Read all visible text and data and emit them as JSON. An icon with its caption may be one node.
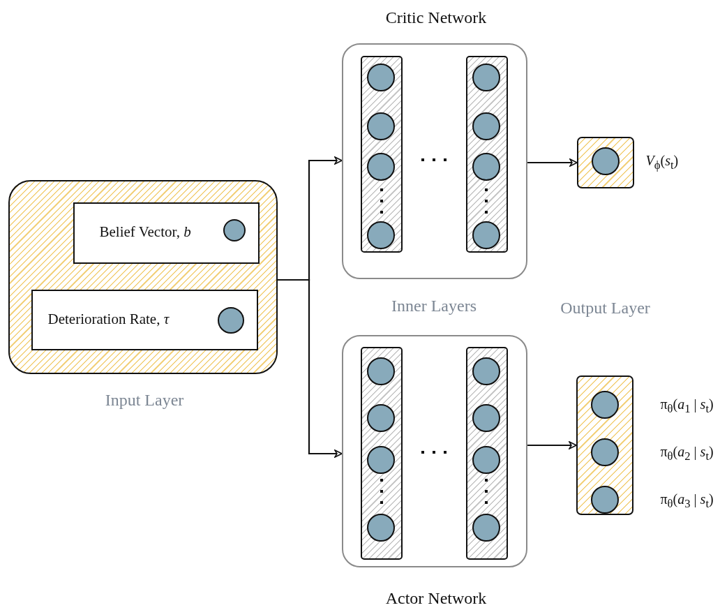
{
  "diagram": {
    "nodes": [
      {
        "text": [
          "Input Layer"
        ]
      },
      {
        "text": [
          "Belief Vector, *b*"
        ],
        "in": 0
      },
      {
        "text": [],
        "shape": "circle",
        "in": 1
      },
      {
        "text": [
          "Deterioration Rate, *τ*"
        ],
        "in": 0
      },
      {
        "text": [],
        "shape": "circle",
        "in": 3
      },
      {
        "text": [
          "Critic Network"
        ]
      },
      {
        "text": [],
        "shape": "bar",
        "in": 5
      },
      {
        "text": [],
        "shape": "circle",
        "in": 6
      },
      {
        "text": [],
        "shape": "circle",
        "in": 6
      },
      {
        "text": [],
        "shape": "circle",
        "in": 6
      },
      {
        "text": [],
        "shape": "circle",
        "in": 6
      },
      {
        "text": [],
        "shape": "bar",
        "in": 5
      },
      {
        "text": [],
        "shape": "circle",
        "in": 11
      },
      {
        "text": [],
        "shape": "circle",
        "in": 11
      },
      {
        "text": [],
        "shape": "circle",
        "in": 11
      },
      {
        "text": [],
        "shape": "circle",
        "in": 11
      },
      {
        "text": [],
        "shape": "box"
      },
      {
        "text": [],
        "shape": "circle",
        "in": 16,
        "beside": [
          "*V*$_{ϕ}$(*s*$_{t}$)"
        ]
      },
      {
        "text": [
          "Actor Network"
        ]
      },
      {
        "text": [],
        "shape": "bar",
        "in": 18
      },
      {
        "text": [],
        "shape": "circle",
        "in": 19
      },
      {
        "text": [],
        "shape": "circle",
        "in": 19
      },
      {
        "text": [],
        "shape": "circle",
        "in": 19
      },
      {
        "text": [],
        "shape": "circle",
        "in": 19
      },
      {
        "text": [],
        "shape": "bar",
        "in": 18
      },
      {
        "text": [],
        "shape": "circle",
        "in": 24
      },
      {
        "text": [],
        "shape": "circle",
        "in": 24
      },
      {
        "text": [],
        "shape": "circle",
        "in": 24
      },
      {
        "text": [],
        "shape": "circle",
        "in": 24
      },
      {
        "text": [],
        "shape": "bar"
      },
      {
        "text": [],
        "shape": "circle",
        "in": 29,
        "beside": [
          "π$_{θ}$(*a*$_{1}$ | *s*$_{t}$)"
        ]
      },
      {
        "text": [],
        "shape": "circle",
        "in": 29,
        "beside": [
          "π$_{θ}$(*a*$_{2}$ | *s*$_{t}$)"
        ]
      },
      {
        "text": [],
        "shape": "circle",
        "in": 29,
        "beside": [
          "π$_{θ}$(*a*$_{3}$ | *s*$_{t}$)"
        ]
      }
    ],
    "edges": [
      {
        "from": 0,
        "to": 5,
        "arrow": "to"
      },
      {
        "from": 0,
        "to": 18,
        "arrow": "to"
      },
      {
        "from": 5,
        "to": 16,
        "arrow": "to"
      },
      {
        "from": 18,
        "to": 29,
        "arrow": "to"
      }
    ],
    "labels": [
      "Inner Layers",
      "Output Layer"
    ]
  }
}
